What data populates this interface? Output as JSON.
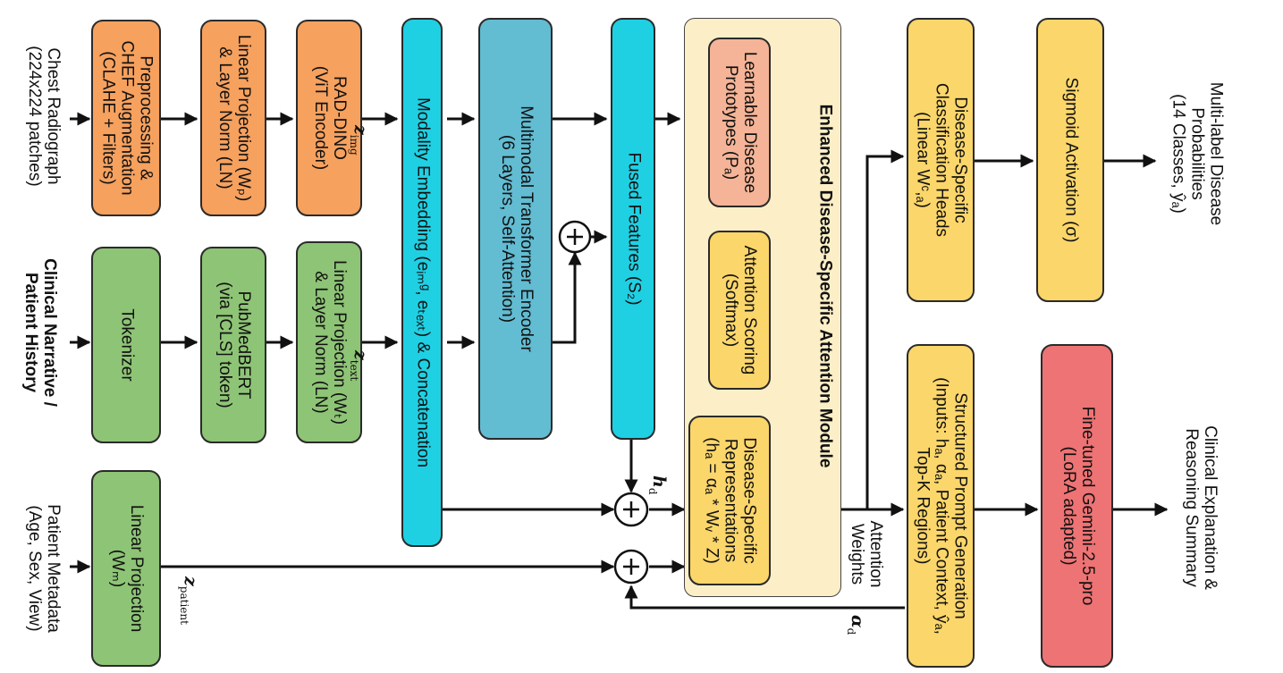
{
  "inputs": {
    "image": [
      "Chest Radiograph",
      "(224x224 patches)"
    ],
    "text": [
      "Clinical Narrative /",
      "Patient History"
    ],
    "meta": [
      "Patient Metadata",
      "(Age, Sex, View)"
    ]
  },
  "boxes": {
    "preprocessing": [
      "Preprocessing &",
      "CHEF Augmentation",
      "(CLAHE + Filters)"
    ],
    "linear_proj_img": [
      "Linear Projection (Wₚ)",
      "& Layer Norm (LN)"
    ],
    "rad_dino": [
      "RAD-DINO",
      "(ViT Encoder)"
    ],
    "tokenizer": [
      "Tokenizer"
    ],
    "pubmedbert": [
      "PubMedBERT",
      "(via [CLS] token)"
    ],
    "linear_proj_text": [
      "Linear Projection (Wₜ)",
      "& Layer Norm (LN)"
    ],
    "linear_proj_meta": [
      "Linear Projection",
      "(Wₘ)"
    ],
    "modality": [
      "Modality Embedding (eᵢₘᵍ, eₜₑₓₜ) & Concatenation"
    ],
    "transformer": [
      "Multimodal Transformer Encoder",
      "(6 Layers, Self-Attention)"
    ],
    "fused": [
      "Fused Features (S₂)"
    ],
    "module_title": [
      "Enhanced Disease-Specific Attention Module"
    ],
    "prototypes": [
      "Learnable Disease",
      "Prototypes (Pₐ)"
    ],
    "attention_scoring": [
      "Attention Scoring",
      "(Softmax)"
    ],
    "disease_repr": [
      "Disease-Specific",
      "Representations",
      "(hₐ = αₐ * Wᵥ * Z)"
    ],
    "cls_heads": [
      "Disease-Specific",
      "Classification Heads",
      "(Linear Wᶜ,ₐ)"
    ],
    "sigmoid": [
      "Sigmoid Activation (σ)"
    ],
    "prompt": [
      "Structured Prompt Generation",
      "(Inputs: hₐ, αₐ, Patient Context, ŷₐ,",
      "Top-K Regions)"
    ],
    "gemini": [
      "Fine-tuned Gemini-2.5-pro",
      "(LoRA adapted)"
    ]
  },
  "outputs": {
    "probabilities": [
      "Multi-label Disease",
      "Probabilities",
      "(14 Classes, ŷₐ)"
    ],
    "explanation": [
      "Clinical Explanation &",
      "Reasoning Summary"
    ],
    "attention_weights": [
      "Attention",
      "Weights"
    ]
  },
  "math": {
    "z": "z",
    "img": "img",
    "text": "text",
    "patient": "patient",
    "h": "h",
    "alpha": "α",
    "d": "d",
    "plus": "+"
  }
}
